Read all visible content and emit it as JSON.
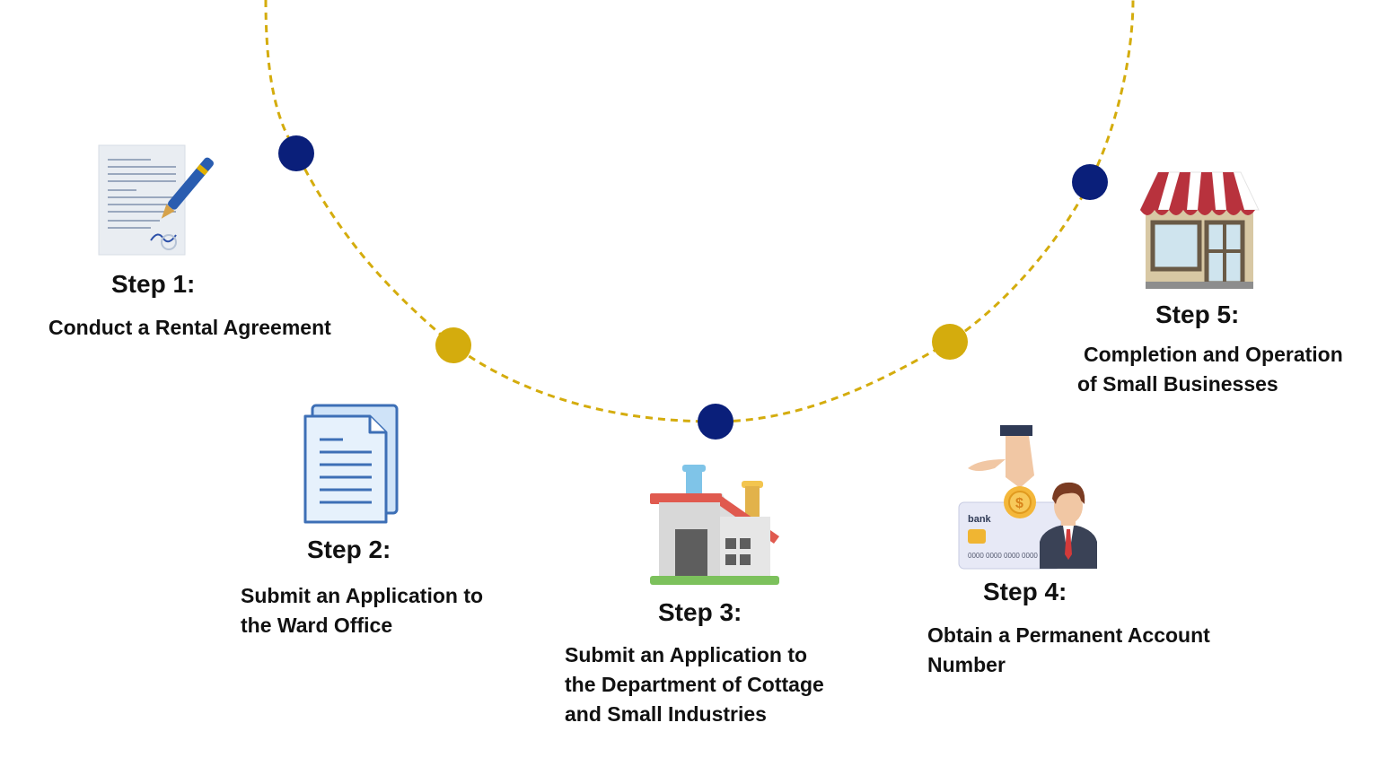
{
  "colors": {
    "path": "#d4ac0d",
    "node_major": "#0a1f7a",
    "node_minor": "#d4ac0d",
    "text": "#111111"
  },
  "steps": [
    {
      "title": "Step 1:",
      "desc_lines": [
        "Conduct a Rental Agreement"
      ],
      "icon": "signed-contract-icon"
    },
    {
      "title": "Step 2:",
      "desc_lines": [
        "Submit an Application to",
        "the Ward Office"
      ],
      "icon": "documents-icon"
    },
    {
      "title": "Step 3:",
      "desc_lines": [
        "Submit an Application to",
        "the Department of Cottage",
        "and Small Industries"
      ],
      "icon": "house-icon"
    },
    {
      "title": "Step 4:",
      "desc_lines": [
        "Obtain a Permanent Account",
        "Number"
      ],
      "icon": "bank-card-payment-icon"
    },
    {
      "title": "Step 5:",
      "desc_lines": [
        "Completion and Operation",
        "of Small Businesses"
      ],
      "icon": "shop-icon"
    }
  ],
  "card": {
    "bank_label": "bank",
    "card_number": "0000 0000 0000 0000"
  }
}
